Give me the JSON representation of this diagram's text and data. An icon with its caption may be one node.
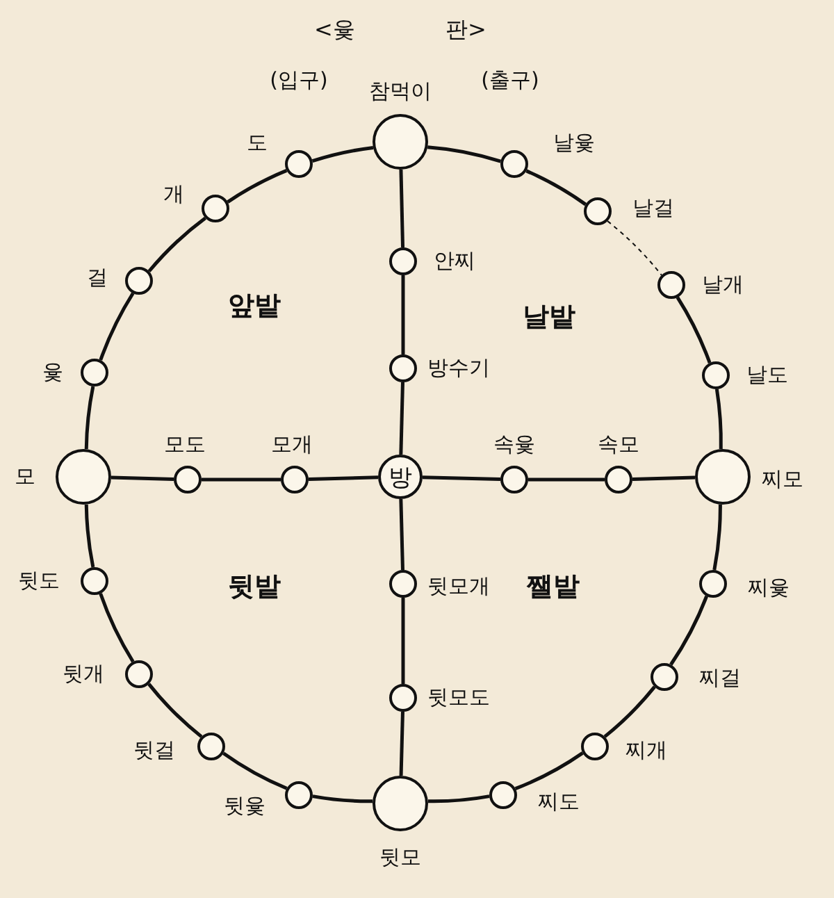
{
  "diagram": {
    "title": "<윷 판>",
    "nodes": [
      {
        "text": [],
        "shape": "circle",
        "beside": [
          "참먹이"
        ]
      },
      {
        "text": [],
        "shape": "circle",
        "beside": [
          "날윷"
        ]
      },
      {
        "text": [],
        "shape": "circle",
        "beside": [
          "날걸"
        ]
      },
      {
        "text": [],
        "shape": "circle",
        "beside": [
          "날개"
        ]
      },
      {
        "text": [],
        "shape": "circle",
        "beside": [
          "날도"
        ]
      },
      {
        "text": [],
        "shape": "circle",
        "beside": [
          "찌모"
        ]
      },
      {
        "text": [],
        "shape": "circle",
        "beside": [
          "찌윷"
        ]
      },
      {
        "text": [],
        "shape": "circle",
        "beside": [
          "찌걸"
        ]
      },
      {
        "text": [],
        "shape": "circle",
        "beside": [
          "찌개"
        ]
      },
      {
        "text": [],
        "shape": "circle",
        "beside": [
          "찌도"
        ]
      },
      {
        "text": [],
        "shape": "circle",
        "beside": [
          "뒷모"
        ]
      },
      {
        "text": [],
        "shape": "circle",
        "beside": [
          "뒷윷"
        ]
      },
      {
        "text": [],
        "shape": "circle",
        "beside": [
          "뒷걸"
        ]
      },
      {
        "text": [],
        "shape": "circle",
        "beside": [
          "뒷개"
        ]
      },
      {
        "text": [],
        "shape": "circle",
        "beside": [
          "뒷도"
        ]
      },
      {
        "text": [],
        "shape": "circle",
        "beside": [
          "모"
        ]
      },
      {
        "text": [],
        "shape": "circle",
        "beside": [
          "윷"
        ]
      },
      {
        "text": [],
        "shape": "circle",
        "beside": [
          "걸"
        ]
      },
      {
        "text": [],
        "shape": "circle",
        "beside": [
          "개"
        ]
      },
      {
        "text": [],
        "shape": "circle",
        "beside": [
          "도"
        ]
      },
      {
        "text": [],
        "shape": "circle",
        "beside": [
          "안찌"
        ]
      },
      {
        "text": [],
        "shape": "circle",
        "beside": [
          "방수기"
        ]
      },
      {
        "text": [
          "방"
        ]
      },
      {
        "text": [],
        "shape": "circle",
        "beside": [
          "뒷모개"
        ]
      },
      {
        "text": [],
        "shape": "circle",
        "beside": [
          "뒷모도"
        ]
      },
      {
        "text": [],
        "shape": "circle",
        "beside": [
          "모도"
        ]
      },
      {
        "text": [],
        "shape": "circle",
        "beside": [
          "모개"
        ]
      },
      {
        "text": [],
        "shape": "circle",
        "beside": [
          "속윷"
        ]
      },
      {
        "text": [],
        "shape": "circle",
        "beside": [
          "속모"
        ]
      }
    ],
    "edges": [
      {
        "from": 0,
        "to": 1,
        "arrow": "none"
      },
      {
        "from": 1,
        "to": 2,
        "arrow": "none"
      },
      {
        "from": 2,
        "to": 3,
        "arrow": "none",
        "style": "dashed"
      },
      {
        "from": 3,
        "to": 4,
        "arrow": "none"
      },
      {
        "from": 4,
        "to": 5,
        "arrow": "none"
      },
      {
        "from": 5,
        "to": 6,
        "arrow": "none"
      },
      {
        "from": 6,
        "to": 7,
        "arrow": "none"
      },
      {
        "from": 7,
        "to": 8,
        "arrow": "none"
      },
      {
        "from": 8,
        "to": 9,
        "arrow": "none"
      },
      {
        "from": 9,
        "to": 10,
        "arrow": "none"
      },
      {
        "from": 10,
        "to": 11,
        "arrow": "none"
      },
      {
        "from": 11,
        "to": 12,
        "arrow": "none"
      },
      {
        "from": 12,
        "to": 13,
        "arrow": "none"
      },
      {
        "from": 13,
        "to": 14,
        "arrow": "none"
      },
      {
        "from": 14,
        "to": 15,
        "arrow": "none"
      },
      {
        "from": 15,
        "to": 16,
        "arrow": "none"
      },
      {
        "from": 16,
        "to": 17,
        "arrow": "none"
      },
      {
        "from": 17,
        "to": 18,
        "arrow": "none"
      },
      {
        "from": 18,
        "to": 19,
        "arrow": "none"
      },
      {
        "from": 19,
        "to": 0,
        "arrow": "none"
      },
      {
        "from": 0,
        "to": 20,
        "arrow": "none"
      },
      {
        "from": 20,
        "to": 21,
        "arrow": "none"
      },
      {
        "from": 21,
        "to": 22,
        "arrow": "none"
      },
      {
        "from": 22,
        "to": 23,
        "arrow": "none"
      },
      {
        "from": 23,
        "to": 24,
        "arrow": "none"
      },
      {
        "from": 24,
        "to": 10,
        "arrow": "none"
      },
      {
        "from": 15,
        "to": 25,
        "arrow": "none"
      },
      {
        "from": 25,
        "to": 26,
        "arrow": "none"
      },
      {
        "from": 26,
        "to": 22,
        "arrow": "none"
      },
      {
        "from": 22,
        "to": 27,
        "arrow": "none"
      },
      {
        "from": 27,
        "to": 28,
        "arrow": "none"
      },
      {
        "from": 28,
        "to": 5,
        "arrow": "none"
      }
    ],
    "labels": [
      "(입구)",
      "(출구)",
      "앞밭",
      "날밭",
      "뒷밭",
      "쨀밭"
    ]
  }
}
